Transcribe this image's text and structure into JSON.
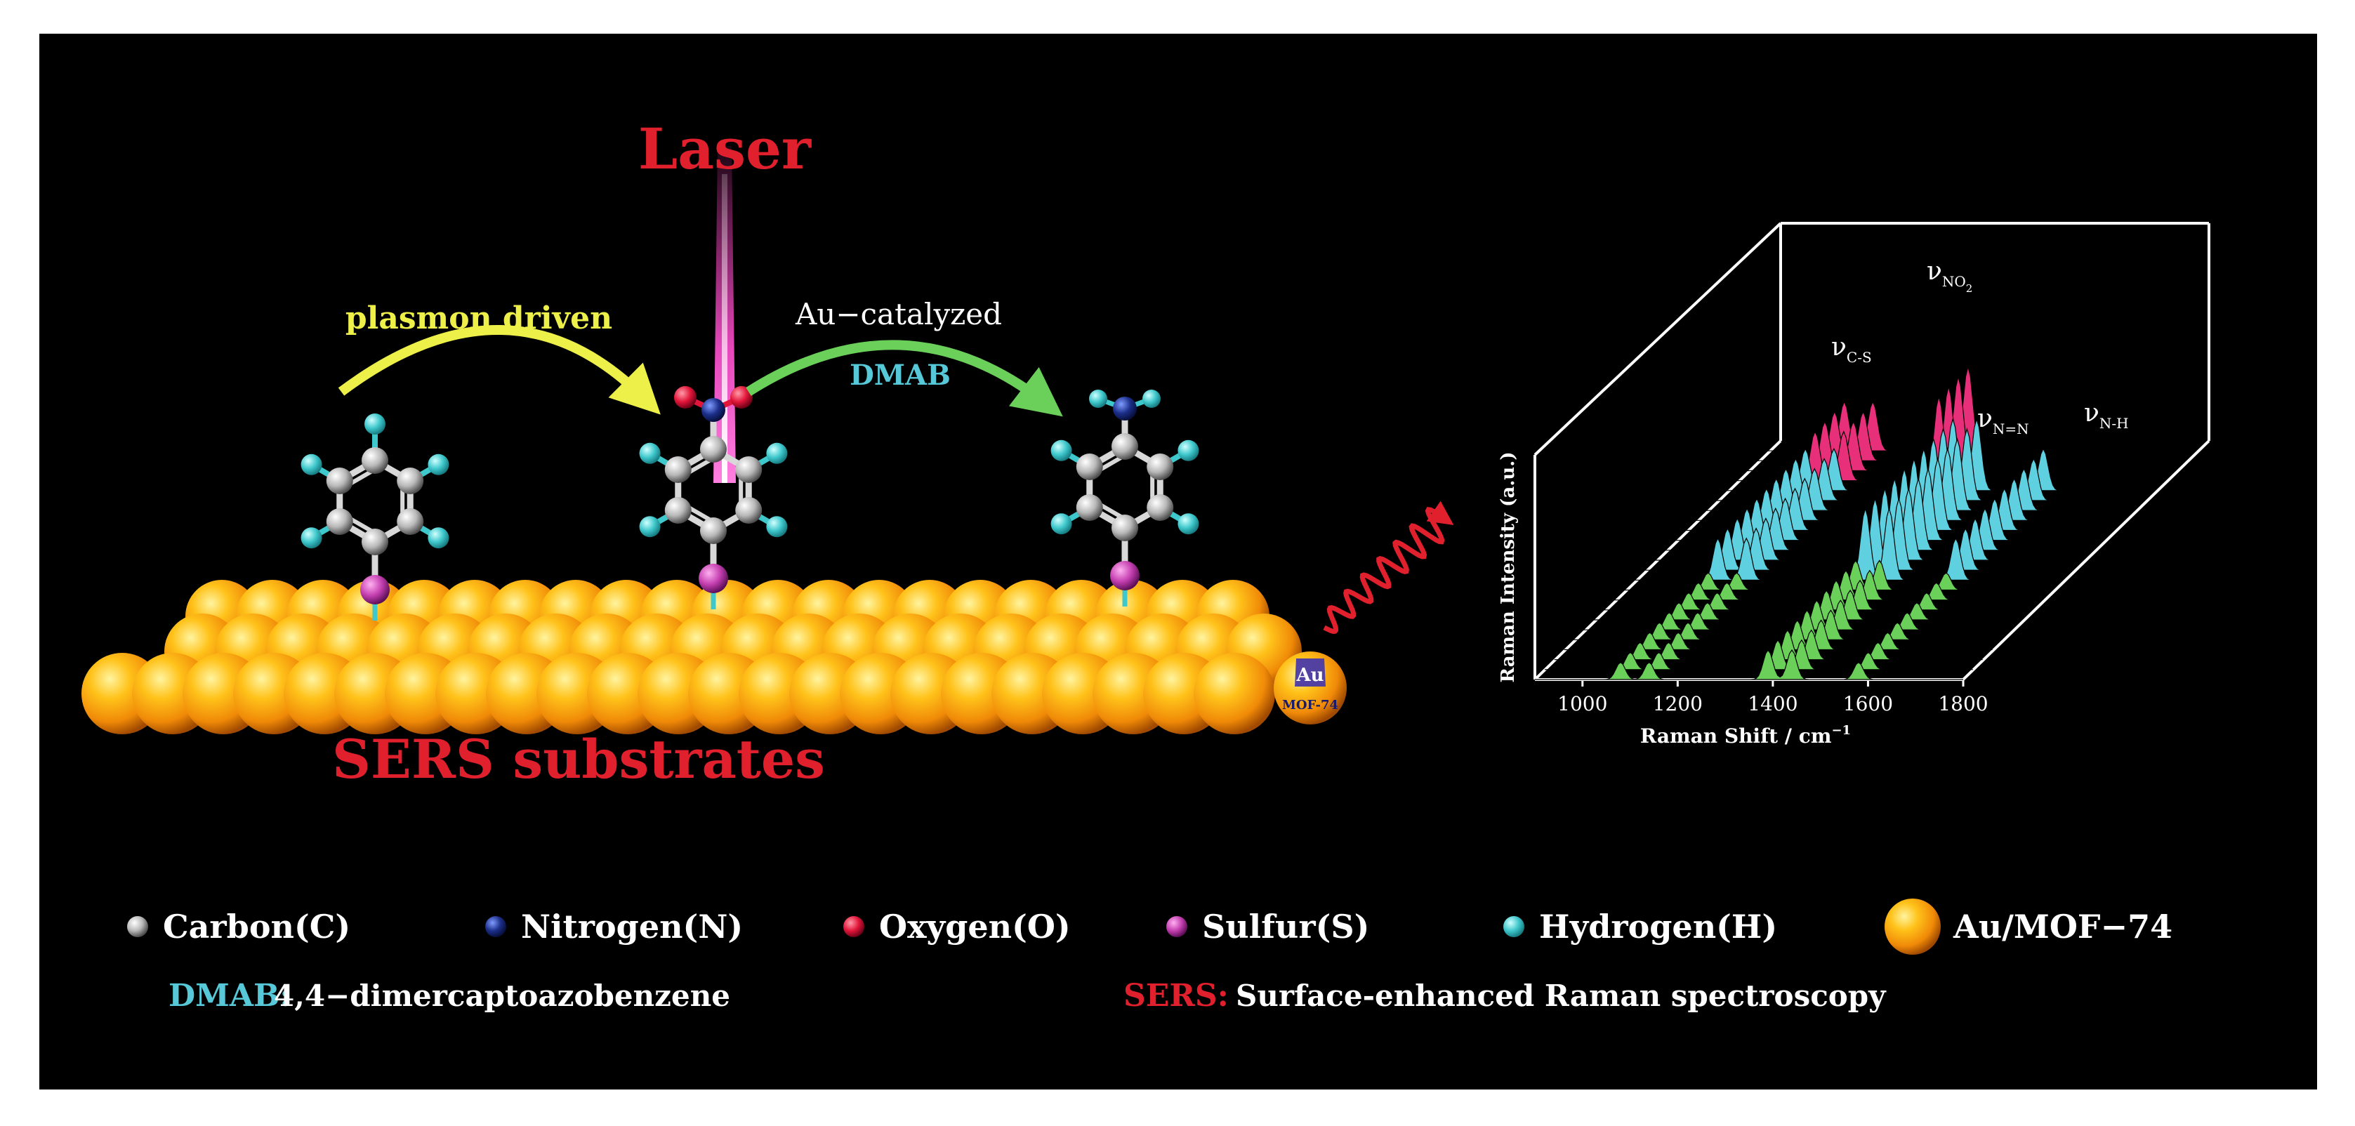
{
  "title": {
    "laser": "Laser",
    "substrate": "SERS substrates"
  },
  "arrows": {
    "step1": "plasmon driven",
    "step2_top": "Au−catalyzed",
    "step2_bottom": "DMAB"
  },
  "substrate_label": {
    "line1": "Au",
    "line2": "MOF-74"
  },
  "spectrum": {
    "ylabel": "Raman Intensity (a.u.)",
    "xlabel_prefix": "Raman Shift / cm",
    "xlabel_exp": "−1",
    "peaks": {
      "cs": "C-S",
      "no2": "NO",
      "no2_sub": "2",
      "nn": "N=N",
      "nh": "N-H",
      "nu": "ν"
    }
  },
  "chart_data": {
    "type": "waterfall",
    "xlabel": "Raman Shift / cm−1",
    "ylabel": "Raman Intensity (a.u.)",
    "xlim": [
      900,
      1800
    ],
    "x_ticks": [
      1000,
      1200,
      1400,
      1600,
      1800
    ],
    "series_count": 24,
    "series_groups": [
      {
        "color": "#e8307a",
        "count": 4,
        "peaks_cm": [
          1080,
          1140,
          1340
        ]
      },
      {
        "color": "#5fd0e0",
        "count": 10,
        "peaks_cm": [
          1080,
          1140,
          1390,
          1440,
          1580
        ]
      },
      {
        "color": "#6ad05a",
        "count": 10,
        "peaks_cm": [
          1080,
          1140,
          1390,
          1440,
          1580
        ]
      }
    ]
  },
  "legend": {
    "items": [
      {
        "label": "Carbon(C)",
        "color": "#d8d8d8"
      },
      {
        "label": "Nitrogen(N)",
        "color": "#1c2f8a"
      },
      {
        "label": "Oxygen(O)",
        "color": "#e2163a"
      },
      {
        "label": "Sulfur(S)",
        "color": "#c43fb0"
      },
      {
        "label": "Hydrogen(H)",
        "color": "#3fc8cc"
      },
      {
        "label": "Au/MOF−74",
        "color": "#f7a417"
      }
    ],
    "dmab_key": "DMAB:",
    "dmab_def": "4,4−dimercaptoazobenzene",
    "sers_key": "SERS:",
    "sers_def": "Surface-enhanced Raman spectroscopy"
  },
  "colors": {
    "background": "#000000",
    "title_red": "#e0202c",
    "arrow_yellow": "#eef04a",
    "arrow_green": "#6ad05a",
    "dmab_cyan": "#56c8d8",
    "pink": "#e8307a"
  }
}
